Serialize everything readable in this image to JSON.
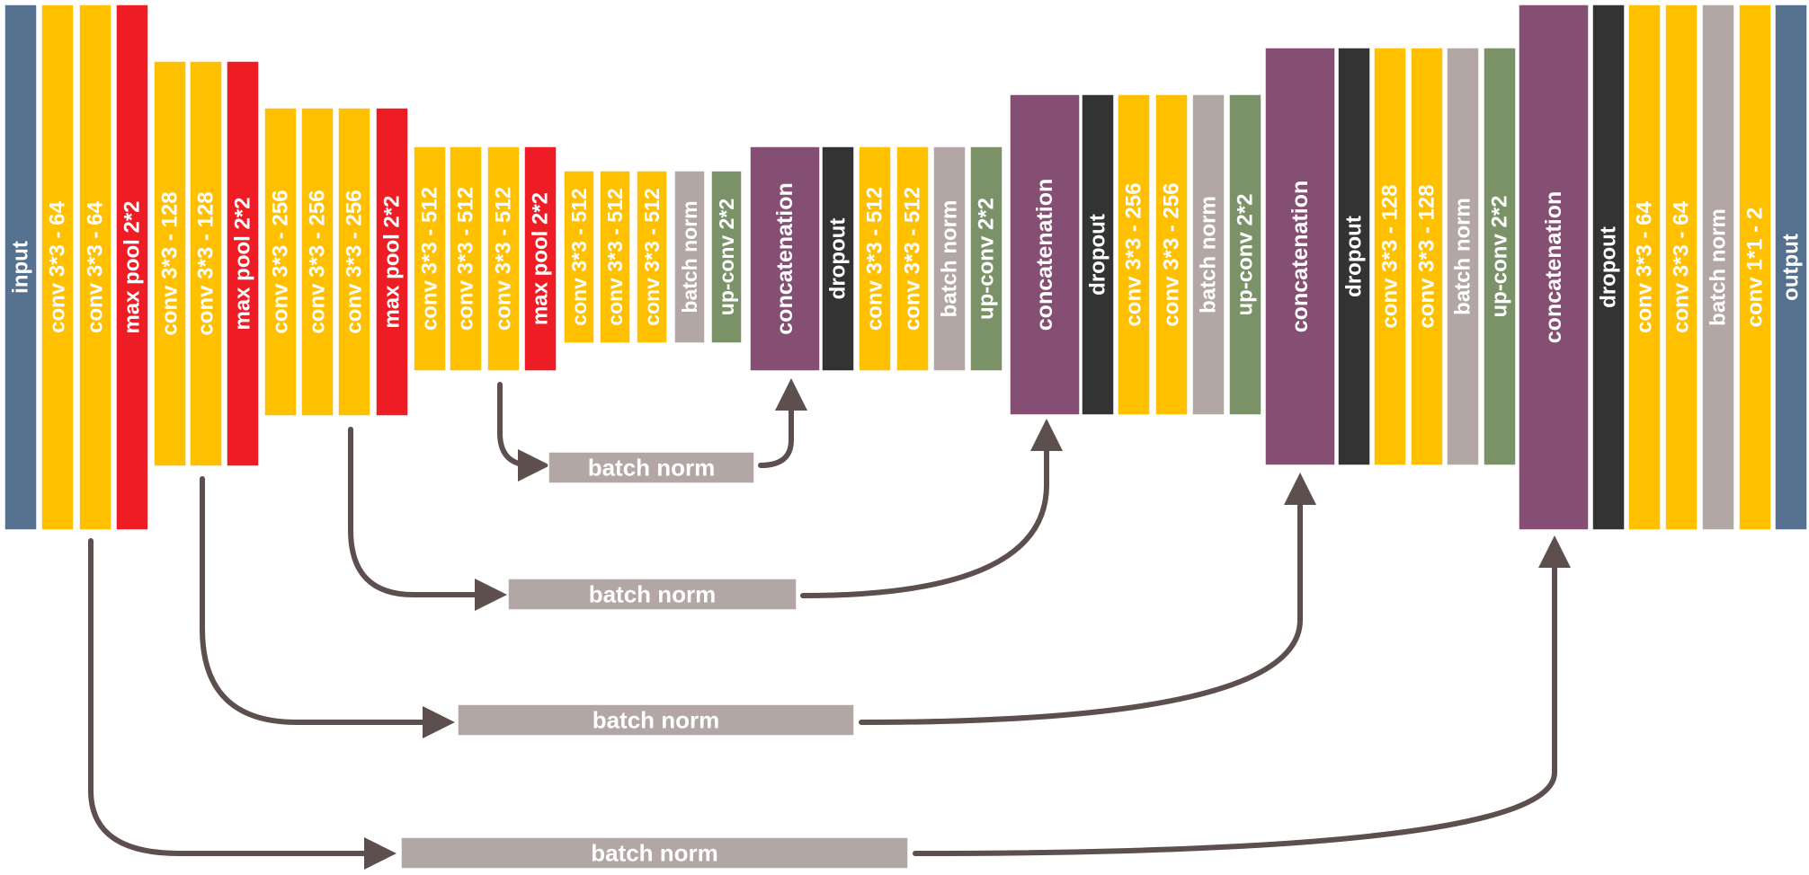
{
  "diagram": {
    "colors": {
      "io": "#56708F",
      "conv": "#FFC000",
      "pool": "#EE1C25",
      "batchnorm": "#B3A7A5",
      "upconv": "#7B9268",
      "concat": "#844F72",
      "dropout": "#333333",
      "arrow": "#5C4F4D"
    },
    "blocks": [
      {
        "label": "input",
        "type": "io"
      },
      {
        "label": "conv 3*3 - 64",
        "type": "conv"
      },
      {
        "label": "conv 3*3 - 64",
        "type": "conv"
      },
      {
        "label": "max pool 2*2",
        "type": "pool"
      },
      {
        "label": "conv 3*3 - 128",
        "type": "conv"
      },
      {
        "label": "conv 3*3 - 128",
        "type": "conv"
      },
      {
        "label": "max pool 2*2",
        "type": "pool"
      },
      {
        "label": "conv 3*3 - 256",
        "type": "conv"
      },
      {
        "label": "conv 3*3 - 256",
        "type": "conv"
      },
      {
        "label": "conv 3*3 - 256",
        "type": "conv"
      },
      {
        "label": "max pool 2*2",
        "type": "pool"
      },
      {
        "label": "conv 3*3 - 512",
        "type": "conv"
      },
      {
        "label": "conv 3*3 - 512",
        "type": "conv"
      },
      {
        "label": "conv 3*3 - 512",
        "type": "conv"
      },
      {
        "label": "max pool 2*2",
        "type": "pool"
      },
      {
        "label": "conv 3*3 - 512",
        "type": "conv"
      },
      {
        "label": "conv 3*3 - 512",
        "type": "conv"
      },
      {
        "label": "conv 3*3 - 512",
        "type": "conv"
      },
      {
        "label": "batch norm",
        "type": "batchnorm"
      },
      {
        "label": "up-conv 2*2",
        "type": "upconv"
      },
      {
        "label": "concatenation",
        "type": "concat"
      },
      {
        "label": "dropout",
        "type": "dropout"
      },
      {
        "label": "conv 3*3 - 512",
        "type": "conv"
      },
      {
        "label": "conv 3*3 - 512",
        "type": "conv"
      },
      {
        "label": "batch norm",
        "type": "batchnorm"
      },
      {
        "label": "up-conv 2*2",
        "type": "upconv"
      },
      {
        "label": "concatenation",
        "type": "concat"
      },
      {
        "label": "dropout",
        "type": "dropout"
      },
      {
        "label": "conv 3*3 - 256",
        "type": "conv"
      },
      {
        "label": "conv 3*3 - 256",
        "type": "conv"
      },
      {
        "label": "batch norm",
        "type": "batchnorm"
      },
      {
        "label": "up-conv 2*2",
        "type": "upconv"
      },
      {
        "label": "concatenation",
        "type": "concat"
      },
      {
        "label": "dropout",
        "type": "dropout"
      },
      {
        "label": "conv 3*3 - 128",
        "type": "conv"
      },
      {
        "label": "conv 3*3 - 128",
        "type": "conv"
      },
      {
        "label": "batch norm",
        "type": "batchnorm"
      },
      {
        "label": "up-conv 2*2",
        "type": "upconv"
      },
      {
        "label": "concatenation",
        "type": "concat"
      },
      {
        "label": "dropout",
        "type": "dropout"
      },
      {
        "label": "conv 3*3 - 64",
        "type": "conv"
      },
      {
        "label": "conv 3*3 - 64",
        "type": "conv"
      },
      {
        "label": "batch norm",
        "type": "batchnorm"
      },
      {
        "label": "conv 1*1 - 2",
        "type": "conv"
      },
      {
        "label": "output",
        "type": "io"
      }
    ],
    "skip_connections": [
      {
        "label": "batch norm"
      },
      {
        "label": "batch norm"
      },
      {
        "label": "batch norm"
      },
      {
        "label": "batch norm"
      }
    ]
  }
}
